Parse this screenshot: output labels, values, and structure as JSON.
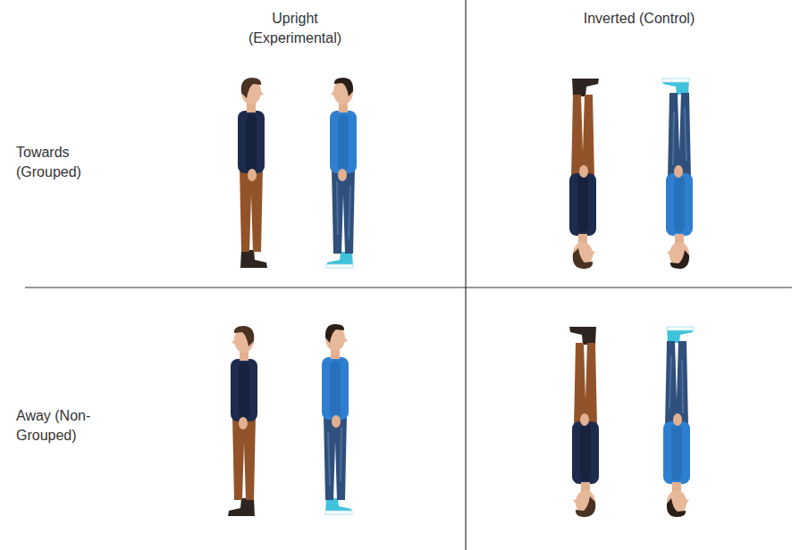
{
  "diagram": {
    "labels": [
      "Upright (Experimental)",
      "Inverted (Control)",
      "Towards (Grouped)",
      "Away (Non-Grouped)"
    ]
  }
}
